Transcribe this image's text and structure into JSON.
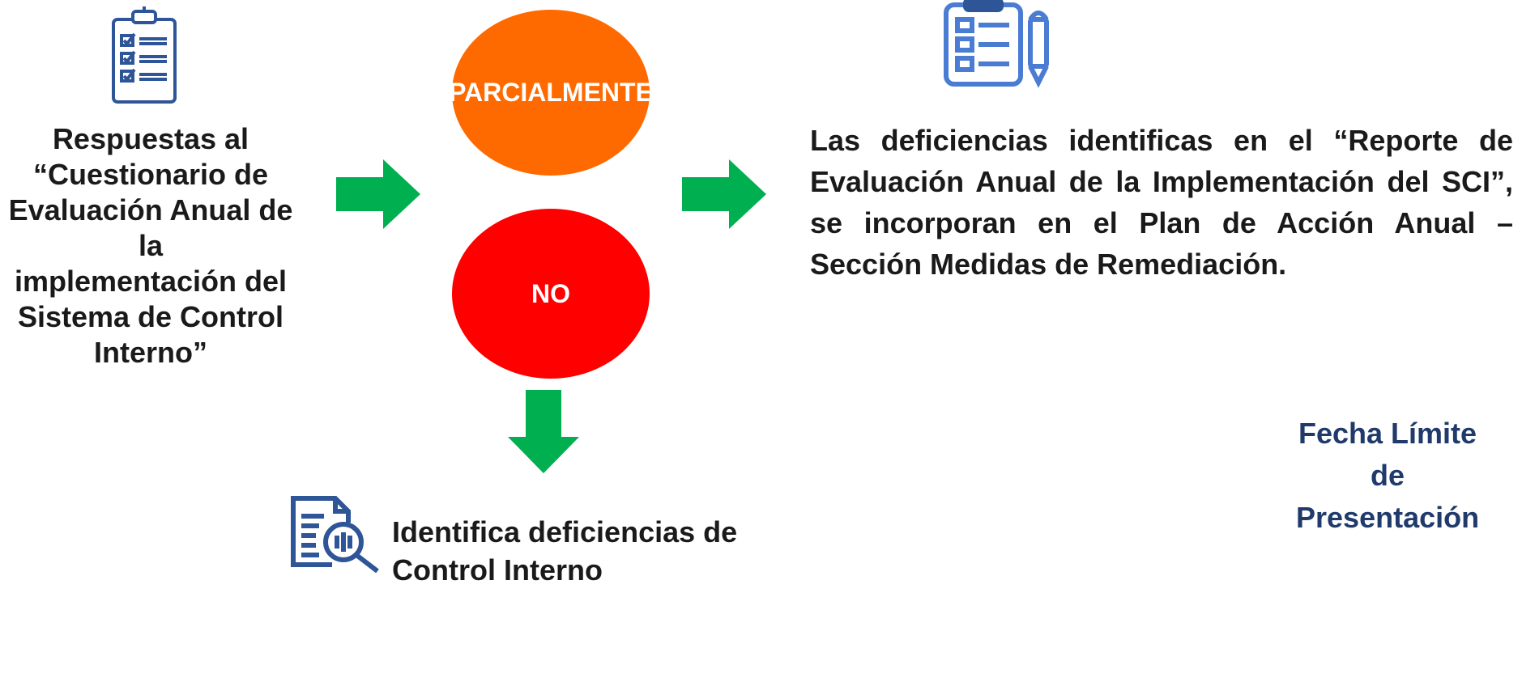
{
  "left_box": {
    "lines": [
      "Respuestas al",
      "“Cuestionario de",
      "Evaluación Anual de la",
      "implementación del",
      "Sistema de Control",
      "Interno”"
    ]
  },
  "decision": {
    "partial_label": "PARCIALMENTE",
    "no_label": "NO",
    "partial_color": "#ff6a00",
    "no_color": "#ff0000"
  },
  "right_box": {
    "text": "Las deficiencias identificas en el “Reporte de Evaluación Anual de la Implementación del SCI”, se incorporan en el Plan de Acción Anual – Sección Medidas de Remediación."
  },
  "bottom_box": {
    "lines": [
      "Identifica deficiencias de",
      "Control Interno"
    ]
  },
  "deadline": {
    "lines": [
      "Fecha Límite",
      "de",
      "Presentación"
    ],
    "color": "#1f3a6b"
  },
  "colors": {
    "arrow": "#00b050",
    "icon": "#2e5597",
    "icon_light": "#4a7cd4"
  },
  "icons": [
    "checklist-clipboard-icon",
    "clipboard-pencil-icon",
    "document-magnifier-icon"
  ]
}
